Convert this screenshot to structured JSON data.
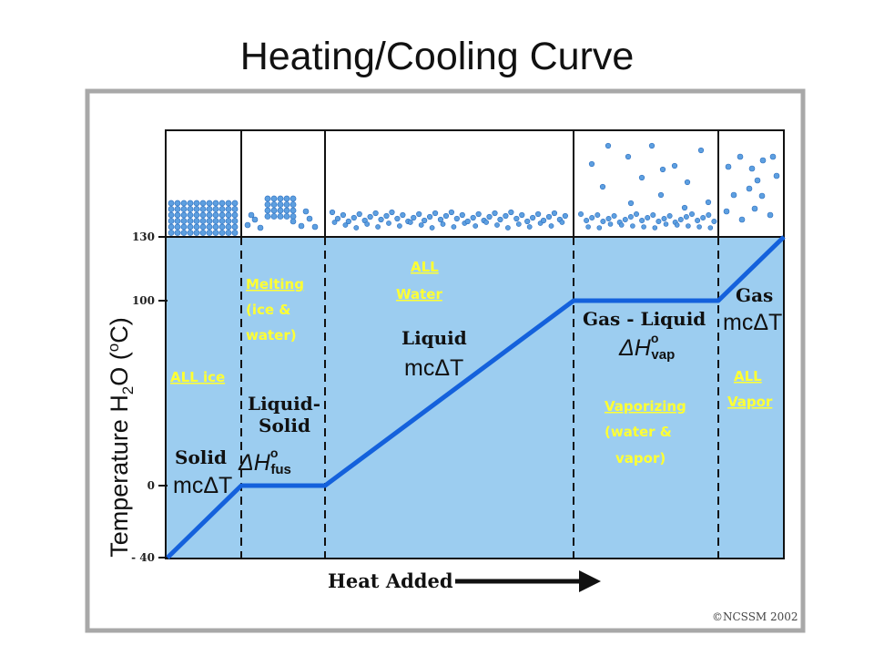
{
  "title": "Heating/Cooling Curve",
  "colors": {
    "fill": "#9ccdf0",
    "curve": "#1461dc",
    "annotation": "#ffff33",
    "particle": "#5d9fe0"
  },
  "chart_data": {
    "type": "line",
    "ylabel_parts": [
      "Temperature H",
      "2",
      "O (",
      "o",
      "C)"
    ],
    "xlabel": "Heat Added",
    "y_ticks": [
      "130",
      "100",
      "0",
      "- 40"
    ],
    "ylim": [
      -40,
      130
    ],
    "points": [
      {
        "x": 0,
        "y": -40
      },
      {
        "x": 1,
        "y": 0
      },
      {
        "x": 2,
        "y": 0
      },
      {
        "x": 5,
        "y": 100
      },
      {
        "x": 7,
        "y": 100
      },
      {
        "x": 8,
        "y": 130
      }
    ]
  },
  "phases": [
    {
      "id": "solid",
      "name": "Solid",
      "formula": "mcΔT",
      "note": [
        "ALL ice"
      ]
    },
    {
      "id": "melting",
      "name": [
        "Liquid-",
        "Solid"
      ],
      "formula": [
        "ΔH",
        "o",
        "fus"
      ],
      "note": [
        "Melting",
        "(ice &",
        "water)"
      ]
    },
    {
      "id": "liquid",
      "name": "Liquid",
      "formula": "mcΔT",
      "note": [
        "ALL",
        "Water"
      ]
    },
    {
      "id": "vaporizing",
      "name": "Gas - Liquid",
      "formula": [
        "ΔH",
        "o",
        "vap"
      ],
      "note": [
        "Vaporizing",
        "(water &",
        "vapor)"
      ]
    },
    {
      "id": "gas",
      "name": "Gas",
      "formula": "mcΔT",
      "note": [
        "ALL",
        "Vapor"
      ]
    }
  ],
  "copyright": "©NCSSM 2002"
}
